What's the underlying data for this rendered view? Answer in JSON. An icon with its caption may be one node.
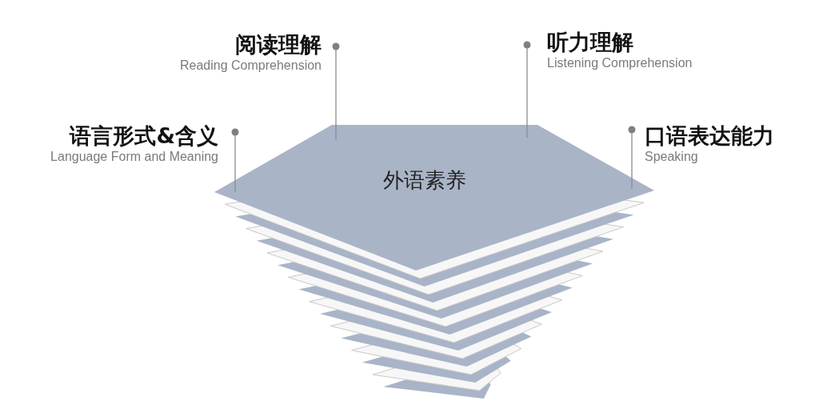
{
  "diagram": {
    "nodes": [
      {
        "text": [
          "外语素养"
        ]
      },
      {
        "text": [
          "阅读理解",
          "Reading Comprehension"
        ]
      },
      {
        "text": [
          "听力理解",
          "Listening Comprehension"
        ]
      },
      {
        "text": [
          "语言形式&含义",
          "Language Form and Meaning"
        ]
      },
      {
        "text": [
          "口语表达能力",
          "Speaking"
        ]
      }
    ],
    "edges": [
      {
        "from": 1,
        "to": 0,
        "arrow": "other"
      },
      {
        "from": 2,
        "to": 0,
        "arrow": "other"
      },
      {
        "from": 3,
        "to": 0,
        "arrow": "other"
      },
      {
        "from": 4,
        "to": 0,
        "arrow": "other"
      }
    ]
  }
}
